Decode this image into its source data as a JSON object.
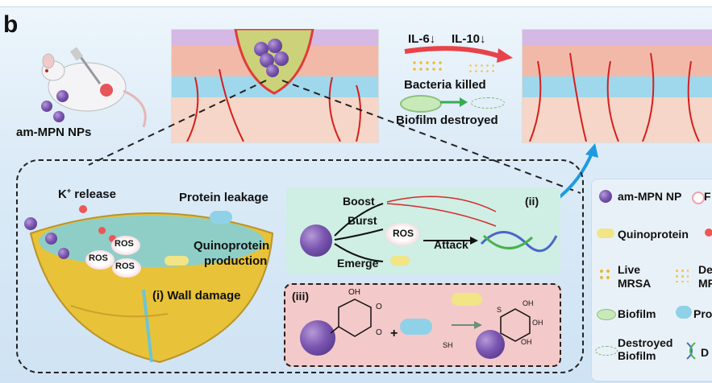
{
  "panel_letter": "b",
  "mouse_label": "am-MPN NPs",
  "top_middle": {
    "il6": "IL-6↓",
    "il10": "IL-10↓",
    "bacteria": "Bacteria killed",
    "biofilm": "Biofilm destroyed"
  },
  "bottom": {
    "k_release": "K",
    "k_sup": "+",
    "k_release_suffix": " release",
    "protein_leakage": "Protein leakage",
    "ros": "ROS",
    "quino_line1": "Quinoprotein",
    "quino_line2": "production",
    "wall_damage": "(i) Wall damage"
  },
  "panel_ii": {
    "tag": "(ii)",
    "boost": "Boost",
    "burst": "Burst",
    "emerge": "Emerge",
    "ros": "ROS",
    "attack": "Attack"
  },
  "panel_iii": {
    "tag": "(iii)",
    "oh": "OH",
    "o1": "O",
    "o2": "O",
    "plus": "+",
    "sh": "SH",
    "s": "S",
    "oh1": "OH",
    "oh2": "OH",
    "oh3": "OH"
  },
  "legend": [
    {
      "label": "am-MPN NP",
      "icon": "np"
    },
    {
      "label": "Quinoprotein",
      "icon": "quinoprotein"
    },
    {
      "label": "Live",
      "label2": "MRSA",
      "icon": "live-mrsa"
    },
    {
      "label": "Biofilm",
      "icon": "biofilm"
    },
    {
      "label": "Destroyed",
      "label2": "Biofilm",
      "icon": "destroyed-biofilm"
    }
  ],
  "legend_partial": {
    "r1": "F",
    "r3": "De",
    "r3b": "MF",
    "r4": "Pro",
    "r5": "D"
  },
  "colors": {
    "accent_blue": "#1e9be0",
    "np_purple": "#6b4aa3",
    "red_arrow": "#e8434a",
    "green_arrow": "#3aaa55"
  }
}
